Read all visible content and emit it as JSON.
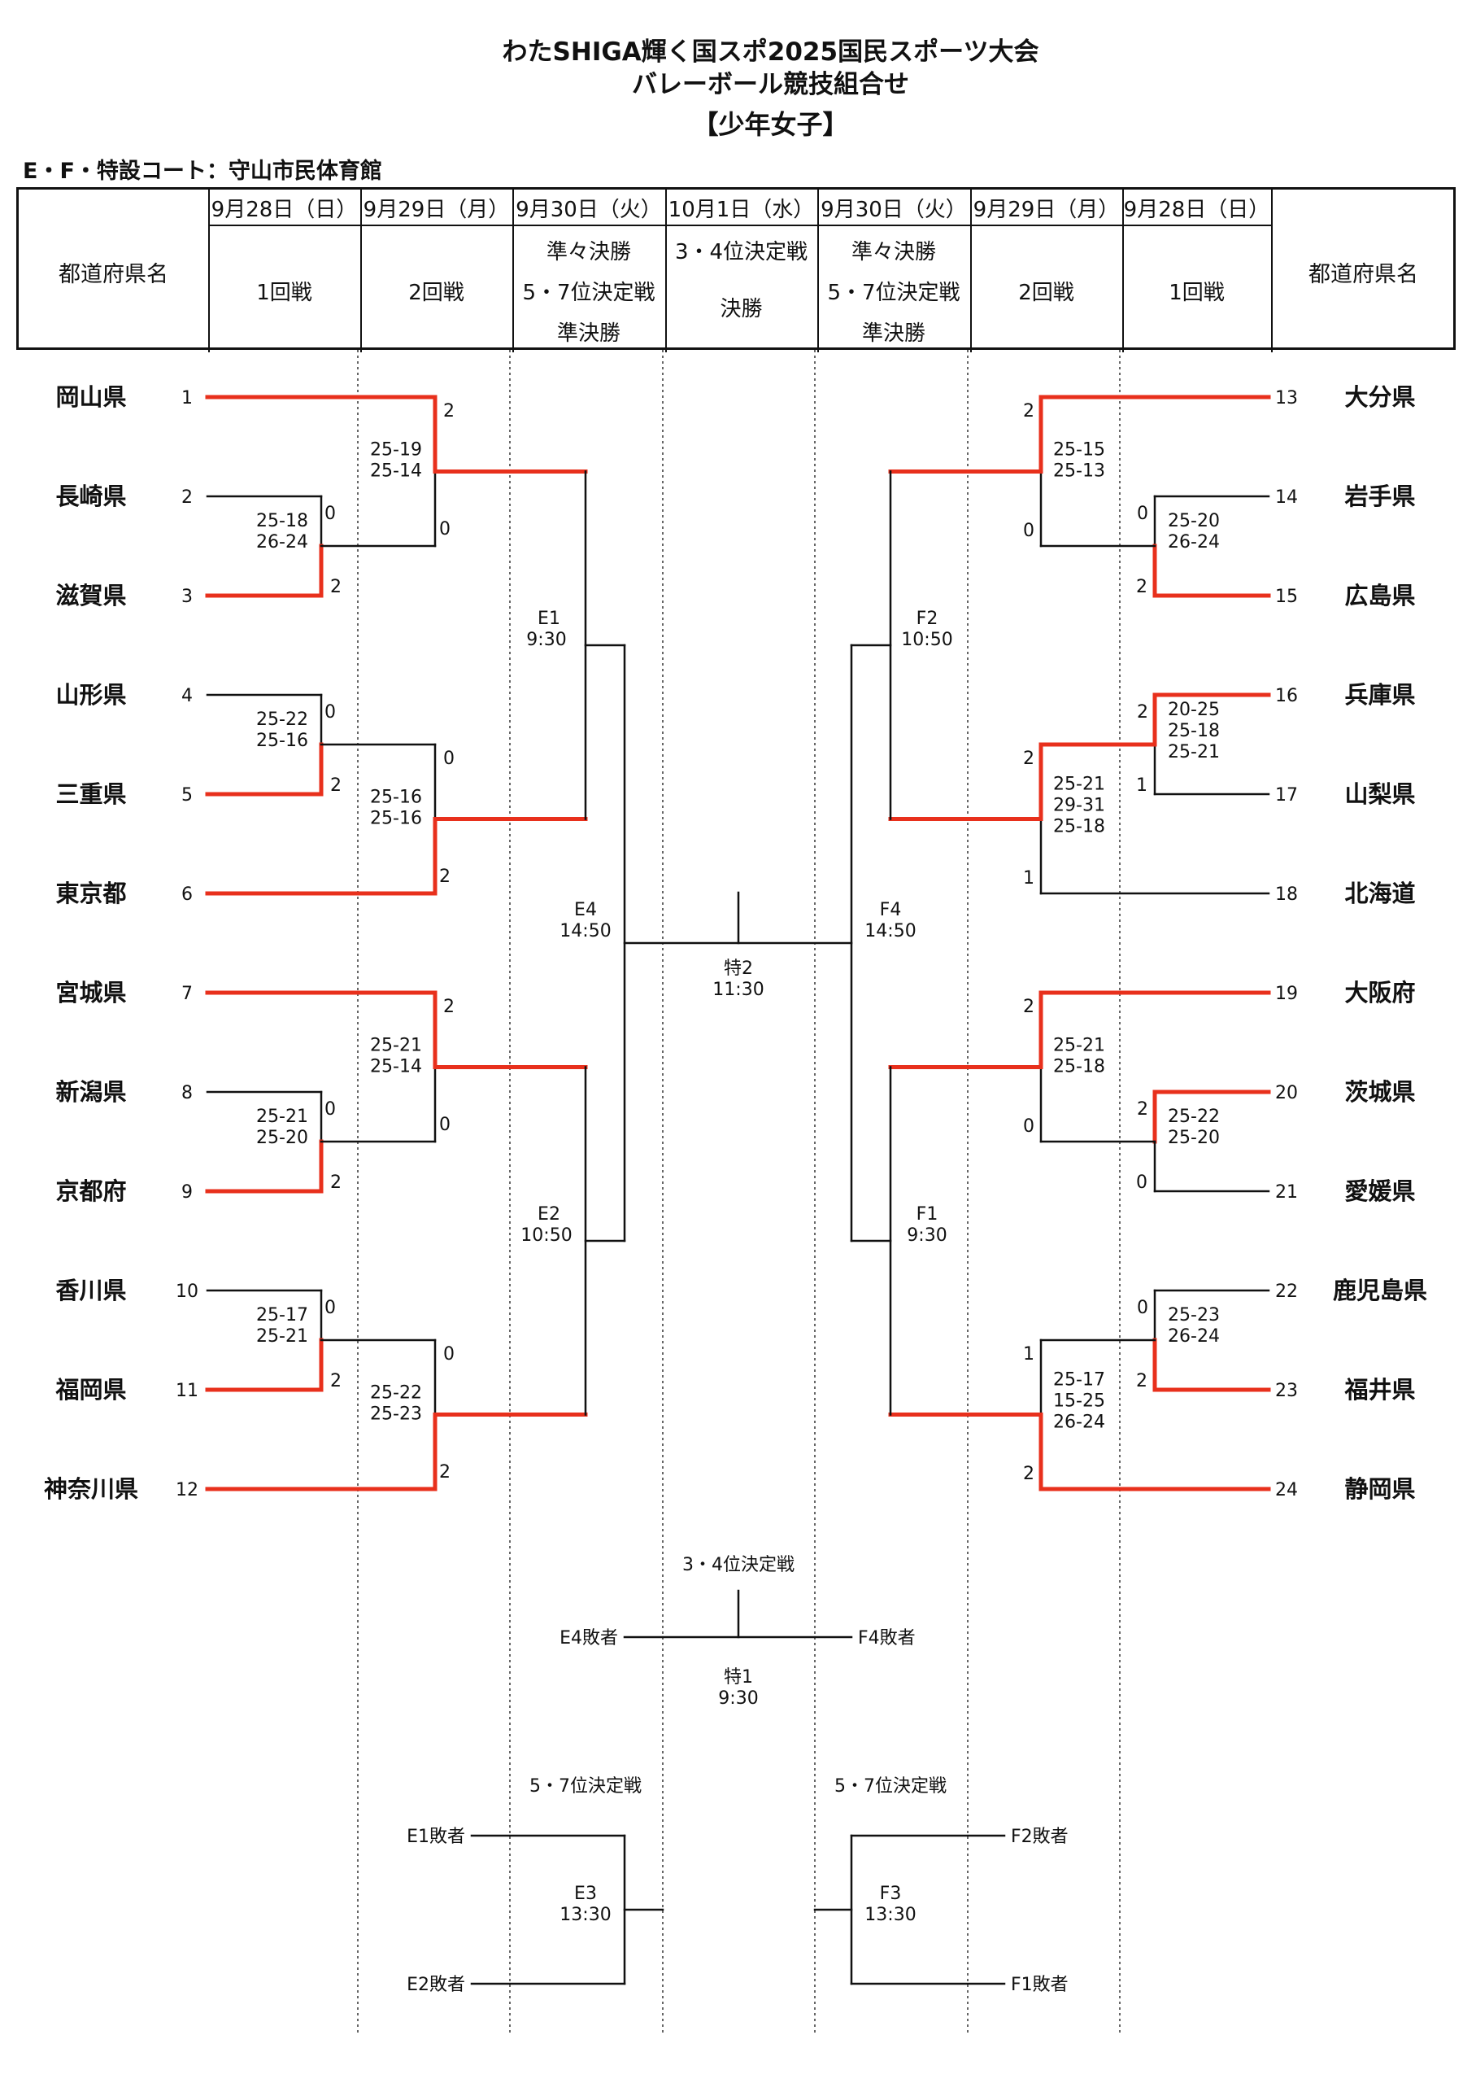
{
  "title_line1": "わたSHIGA輝く国スポ2025国民スポーツ大会",
  "title_line2": "バレーボール競技組合せ",
  "title_line3": "【少年女子】",
  "venue": "E・F・特設コート：守山市民体育館",
  "header": {
    "pref_label": "都道府県名",
    "dates": [
      "9月28日（日）",
      "9月29日（月）",
      "9月30日（火）",
      "10月1日（水）",
      "9月30日（火）",
      "9月29日（月）",
      "9月28日（日）"
    ],
    "rounds": [
      [
        "1回戦"
      ],
      [
        "2回戦"
      ],
      [
        "準々決勝",
        "5・7位決定戦",
        "準決勝"
      ],
      [
        "3・4位決定戦",
        "決勝"
      ],
      [
        "準々決勝",
        "5・7位決定戦",
        "準決勝"
      ],
      [
        "2回戦"
      ],
      [
        "1回戦"
      ]
    ]
  },
  "left_teams": [
    {
      "name": "岡山県",
      "seed": "1"
    },
    {
      "name": "長崎県",
      "seed": "2"
    },
    {
      "name": "滋賀県",
      "seed": "3"
    },
    {
      "name": "山形県",
      "seed": "4"
    },
    {
      "name": "三重県",
      "seed": "5"
    },
    {
      "name": "東京都",
      "seed": "6"
    },
    {
      "name": "宮城県",
      "seed": "7"
    },
    {
      "name": "新潟県",
      "seed": "8"
    },
    {
      "name": "京都府",
      "seed": "9"
    },
    {
      "name": "香川県",
      "seed": "10"
    },
    {
      "name": "福岡県",
      "seed": "11"
    },
    {
      "name": "神奈川県",
      "seed": "12"
    }
  ],
  "right_teams": [
    {
      "name": "大分県",
      "seed": "13"
    },
    {
      "name": "岩手県",
      "seed": "14"
    },
    {
      "name": "広島県",
      "seed": "15"
    },
    {
      "name": "兵庫県",
      "seed": "16"
    },
    {
      "name": "山梨県",
      "seed": "17"
    },
    {
      "name": "北海道",
      "seed": "18"
    },
    {
      "name": "大阪府",
      "seed": "19"
    },
    {
      "name": "茨城県",
      "seed": "20"
    },
    {
      "name": "愛媛県",
      "seed": "21"
    },
    {
      "name": "鹿児島県",
      "seed": "22"
    },
    {
      "name": "福井県",
      "seed": "23"
    },
    {
      "name": "静岡県",
      "seed": "24"
    }
  ],
  "scores": {
    "L23": [
      "25-18",
      "26-24"
    ],
    "L23_top": "0",
    "L23_bot": "2",
    "L45": [
      "25-22",
      "25-16"
    ],
    "L45_top": "0",
    "L45_bot": "2",
    "L89": [
      "25-21",
      "25-20"
    ],
    "L89_top": "0",
    "L89_bot": "2",
    "L1011": [
      "25-17",
      "25-21"
    ],
    "L1011_top": "0",
    "L1011_bot": "2",
    "L1": [
      "25-19",
      "25-14"
    ],
    "L1_top": "2",
    "L1_bot": "0",
    "L2": [
      "25-16",
      "25-16"
    ],
    "L2_top": "0",
    "L2_bot": "2",
    "L3": [
      "25-21",
      "25-14"
    ],
    "L3_top": "2",
    "L3_bot": "0",
    "L4": [
      "25-22",
      "25-23"
    ],
    "L4_top": "0",
    "L4_bot": "2",
    "R1415": [
      "25-20",
      "26-24"
    ],
    "R1415_top": "0",
    "R1415_bot": "2",
    "R1617": [
      "20-25",
      "25-18",
      "25-21"
    ],
    "R1617_top": "2",
    "R1617_bot": "1",
    "R2021": [
      "25-22",
      "25-20"
    ],
    "R2021_top": "2",
    "R2021_bot": "0",
    "R2223": [
      "25-23",
      "26-24"
    ],
    "R2223_top": "0",
    "R2223_bot": "2",
    "R1": [
      "25-15",
      "25-13"
    ],
    "R1_top": "2",
    "R1_bot": "0",
    "R2": [
      "25-21",
      "29-31",
      "25-18"
    ],
    "R2_top": "2",
    "R2_bot": "1",
    "R3": [
      "25-21",
      "25-18"
    ],
    "R3_top": "2",
    "R3_bot": "0",
    "R4": [
      "25-17",
      "15-25",
      "26-24"
    ],
    "R4_top": "1",
    "R4_bot": "2"
  },
  "matches": {
    "E1": [
      "E1",
      "9:30"
    ],
    "E2": [
      "E2",
      "10:50"
    ],
    "E4": [
      "E4",
      "14:50"
    ],
    "F2": [
      "F2",
      "10:50"
    ],
    "F1": [
      "F1",
      "9:30"
    ],
    "F4": [
      "F4",
      "14:50"
    ],
    "T2": [
      "特2",
      "11:30"
    ],
    "T1": [
      "特1",
      "9:30"
    ],
    "E3": [
      "E3",
      "13:30"
    ],
    "F3": [
      "F3",
      "13:30"
    ]
  },
  "third_place_label": "3・4位決定戦",
  "fifth_place_label": "5・7位決定戦",
  "loser_labels": {
    "E4": "E4敗者",
    "F4": "F4敗者",
    "E1": "E1敗者",
    "E2": "E2敗者",
    "F2": "F2敗者",
    "F1": "F1敗者"
  },
  "colors": {
    "win": "#e8301c",
    "line": "#111111"
  }
}
